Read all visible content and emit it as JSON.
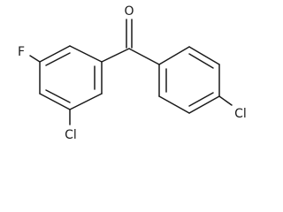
{
  "molecule": {
    "labels": {
      "oxygen": "O",
      "fluorine": "F",
      "chlorine_left": "Cl",
      "chlorine_right": "Cl"
    }
  }
}
